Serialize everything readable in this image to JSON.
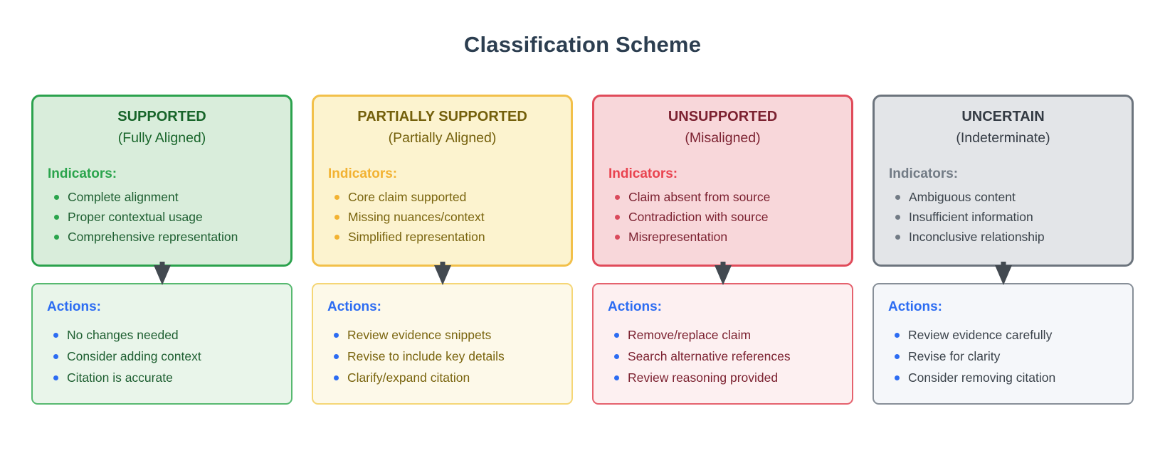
{
  "header": {
    "title": "Classification Scheme"
  },
  "theme": {
    "background": "#ffffff",
    "title_color": "#2c3e50",
    "actions_label_color": "#2c6cf2",
    "action_bullet_color": "#2c6cf2",
    "arrow_color": "#424950"
  },
  "columns": [
    {
      "key": "supported",
      "title": "SUPPORTED",
      "subtitle": "(Fully Aligned)",
      "indicators_label": "Indicators:",
      "indicators": [
        "Complete alignment",
        "Proper contextual usage",
        "Comprehensive representation"
      ],
      "actions_label": "Actions:",
      "actions": [
        "No changes needed",
        "Consider adding context",
        "Citation is accurate"
      ],
      "colors": {
        "top_bg": "#d9eddb",
        "top_border": "#2ba24d",
        "title_color": "#18652a",
        "indicators_label_color": "#2aa44c",
        "indicator_bullet": "#2aa44c",
        "text_color": "#1e5f31",
        "bottom_bg": "#e9f5ea",
        "bottom_border": "#57b970"
      }
    },
    {
      "key": "partially-supported",
      "title": "PARTIALLY SUPPORTED",
      "subtitle": "(Partially Aligned)",
      "indicators_label": "Indicators:",
      "indicators": [
        "Core claim supported",
        "Missing nuances/context",
        "Simplified representation"
      ],
      "actions_label": "Actions:",
      "actions": [
        "Review evidence snippets",
        "Revise to include key details",
        "Clarify/expand citation"
      ],
      "colors": {
        "top_bg": "#fcf3cf",
        "top_border": "#f2c04a",
        "title_color": "#74600c",
        "indicators_label_color": "#f2b232",
        "indicator_bullet": "#f2b232",
        "text_color": "#7a650f",
        "bottom_bg": "#fdf9e9",
        "bottom_border": "#f5d676"
      }
    },
    {
      "key": "unsupported",
      "title": "UNSUPPORTED",
      "subtitle": "(Misaligned)",
      "indicators_label": "Indicators:",
      "indicators": [
        "Claim absent from source",
        "Contradiction with source",
        "Misrepresentation"
      ],
      "actions_label": "Actions:",
      "actions": [
        "Remove/replace claim",
        "Search alternative references",
        "Review reasoning provided"
      ],
      "colors": {
        "top_bg": "#f8d7da",
        "top_border": "#e04b5a",
        "title_color": "#7c2231",
        "indicators_label_color": "#e9434f",
        "indicator_bullet": "#da4a5c",
        "text_color": "#7c2231",
        "bottom_bg": "#fdf0f1",
        "bottom_border": "#e5626e"
      }
    },
    {
      "key": "uncertain",
      "title": "UNCERTAIN",
      "subtitle": "(Indeterminate)",
      "indicators_label": "Indicators:",
      "indicators": [
        "Ambiguous content",
        "Insufficient information",
        "Inconclusive relationship"
      ],
      "actions_label": "Actions:",
      "actions": [
        "Review evidence carefully",
        "Revise for clarity",
        "Consider removing citation"
      ],
      "colors": {
        "top_bg": "#e3e5e8",
        "top_border": "#6c747d",
        "title_color": "#343b44",
        "indicators_label_color": "#727b85",
        "indicator_bullet": "#727b85",
        "text_color": "#3b434b",
        "bottom_bg": "#f5f7fa",
        "bottom_border": "#878f98"
      }
    }
  ]
}
